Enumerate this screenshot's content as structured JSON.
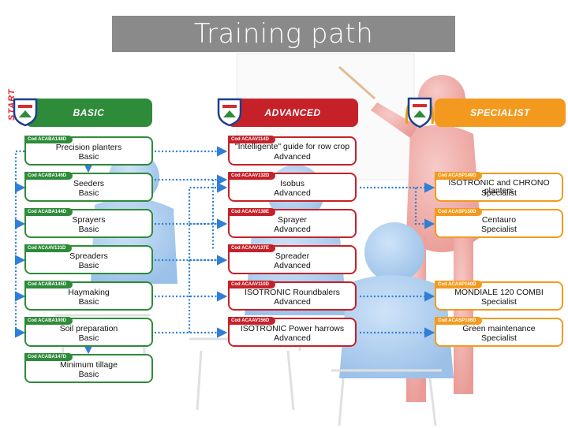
{
  "title": "Training path",
  "start_label": "START",
  "columns": {
    "basic": "BASIC",
    "advanced": "ADVANCED",
    "specialist": "SPECIALIST"
  },
  "colors": {
    "basic": "#2e8b3a",
    "advanced": "#c62129",
    "specialist": "#f39a1e",
    "connector": "#2f7fd6"
  },
  "basic": [
    {
      "code": "Cod ACABA148D",
      "title": "Precision planters",
      "level": "Basic"
    },
    {
      "code": "Cod ACABA146D",
      "title": "Seeders",
      "level": "Basic"
    },
    {
      "code": "Cod ACABA144D",
      "title": "Sprayers",
      "level": "Basic"
    },
    {
      "code": "Cod ACAAV131D",
      "title": "Spreaders",
      "level": "Basic"
    },
    {
      "code": "Cod ACABA145D",
      "title": "Haymaking",
      "level": "Basic"
    },
    {
      "code": "Cod ACABA100D",
      "title": "Soil preparation",
      "level": "Basic"
    },
    {
      "code": "Cod ACABA147D",
      "title": "Minimum tillage",
      "level": "Basic"
    }
  ],
  "advanced": [
    {
      "code": "Cod ACAAV114D",
      "title": "\"Intelligente\" guide for row crop",
      "level": "Advanced"
    },
    {
      "code": "Cod ACAAV132D",
      "title": "Isobus",
      "level": "Advanced"
    },
    {
      "code": "Cod ACAAV138E",
      "title": "Sprayer",
      "level": "Advanced"
    },
    {
      "code": "Cod ACAAV137E",
      "title": "Spreader",
      "level": "Advanced"
    },
    {
      "code": "Cod ACAAV110D",
      "title": "ISOTRONIC Roundbalers",
      "level": "Advanced"
    },
    {
      "code": "Cod ACAAV156D",
      "title": "ISOTRONIC Power harrows",
      "level": "Advanced"
    }
  ],
  "specialist": [
    {
      "code": "Cod ACASP149D",
      "title": "ISOTRONIC and CHRONO planters",
      "level": "Specialist"
    },
    {
      "code": "Cod ACASP150D",
      "title": "Centauro",
      "level": "Specialist"
    },
    {
      "code": "Cod ACASP160D",
      "title": "MONDIALE 120 COMBI",
      "level": "Specialist"
    },
    {
      "code": "Cod ACASP106D",
      "title": "Green maintenance",
      "level": "Specialist"
    }
  ]
}
